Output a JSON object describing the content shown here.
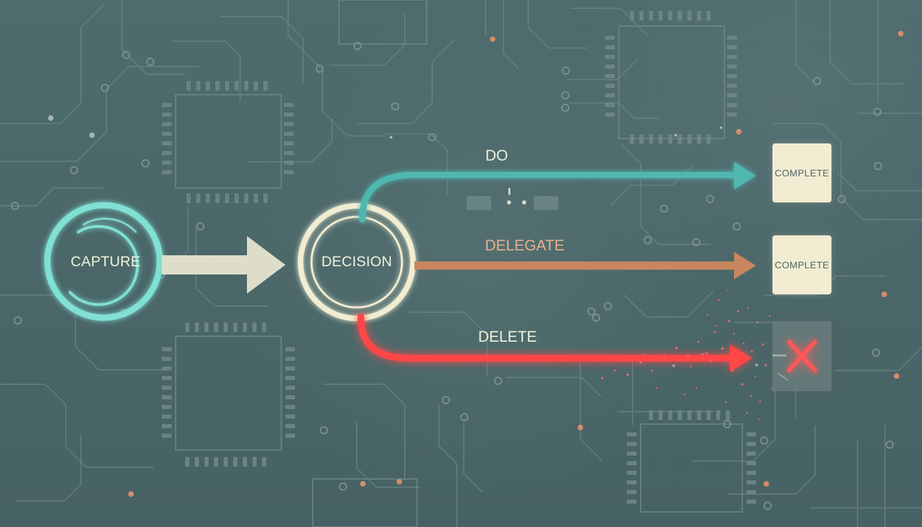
{
  "nodes": {
    "capture": "CAPTURE",
    "decision": "DECISION"
  },
  "branches": {
    "do": "DO",
    "delegate": "DELEGATE",
    "delete": "DELETE"
  },
  "results": {
    "do_result": "COMPLETE",
    "delegate_result": "COMPLETE"
  },
  "icons": {
    "delete_icon": "x-icon"
  },
  "colors": {
    "background": "#4b6668",
    "circuit": "#6d8788",
    "capture": "#7fe0d3",
    "decision": "#f0edd3",
    "do_arrow": "#4fb7b0",
    "delegate_arrow": "#c8865f",
    "delete_arrow": "#ff4747",
    "node_text": "#eef3dd"
  }
}
